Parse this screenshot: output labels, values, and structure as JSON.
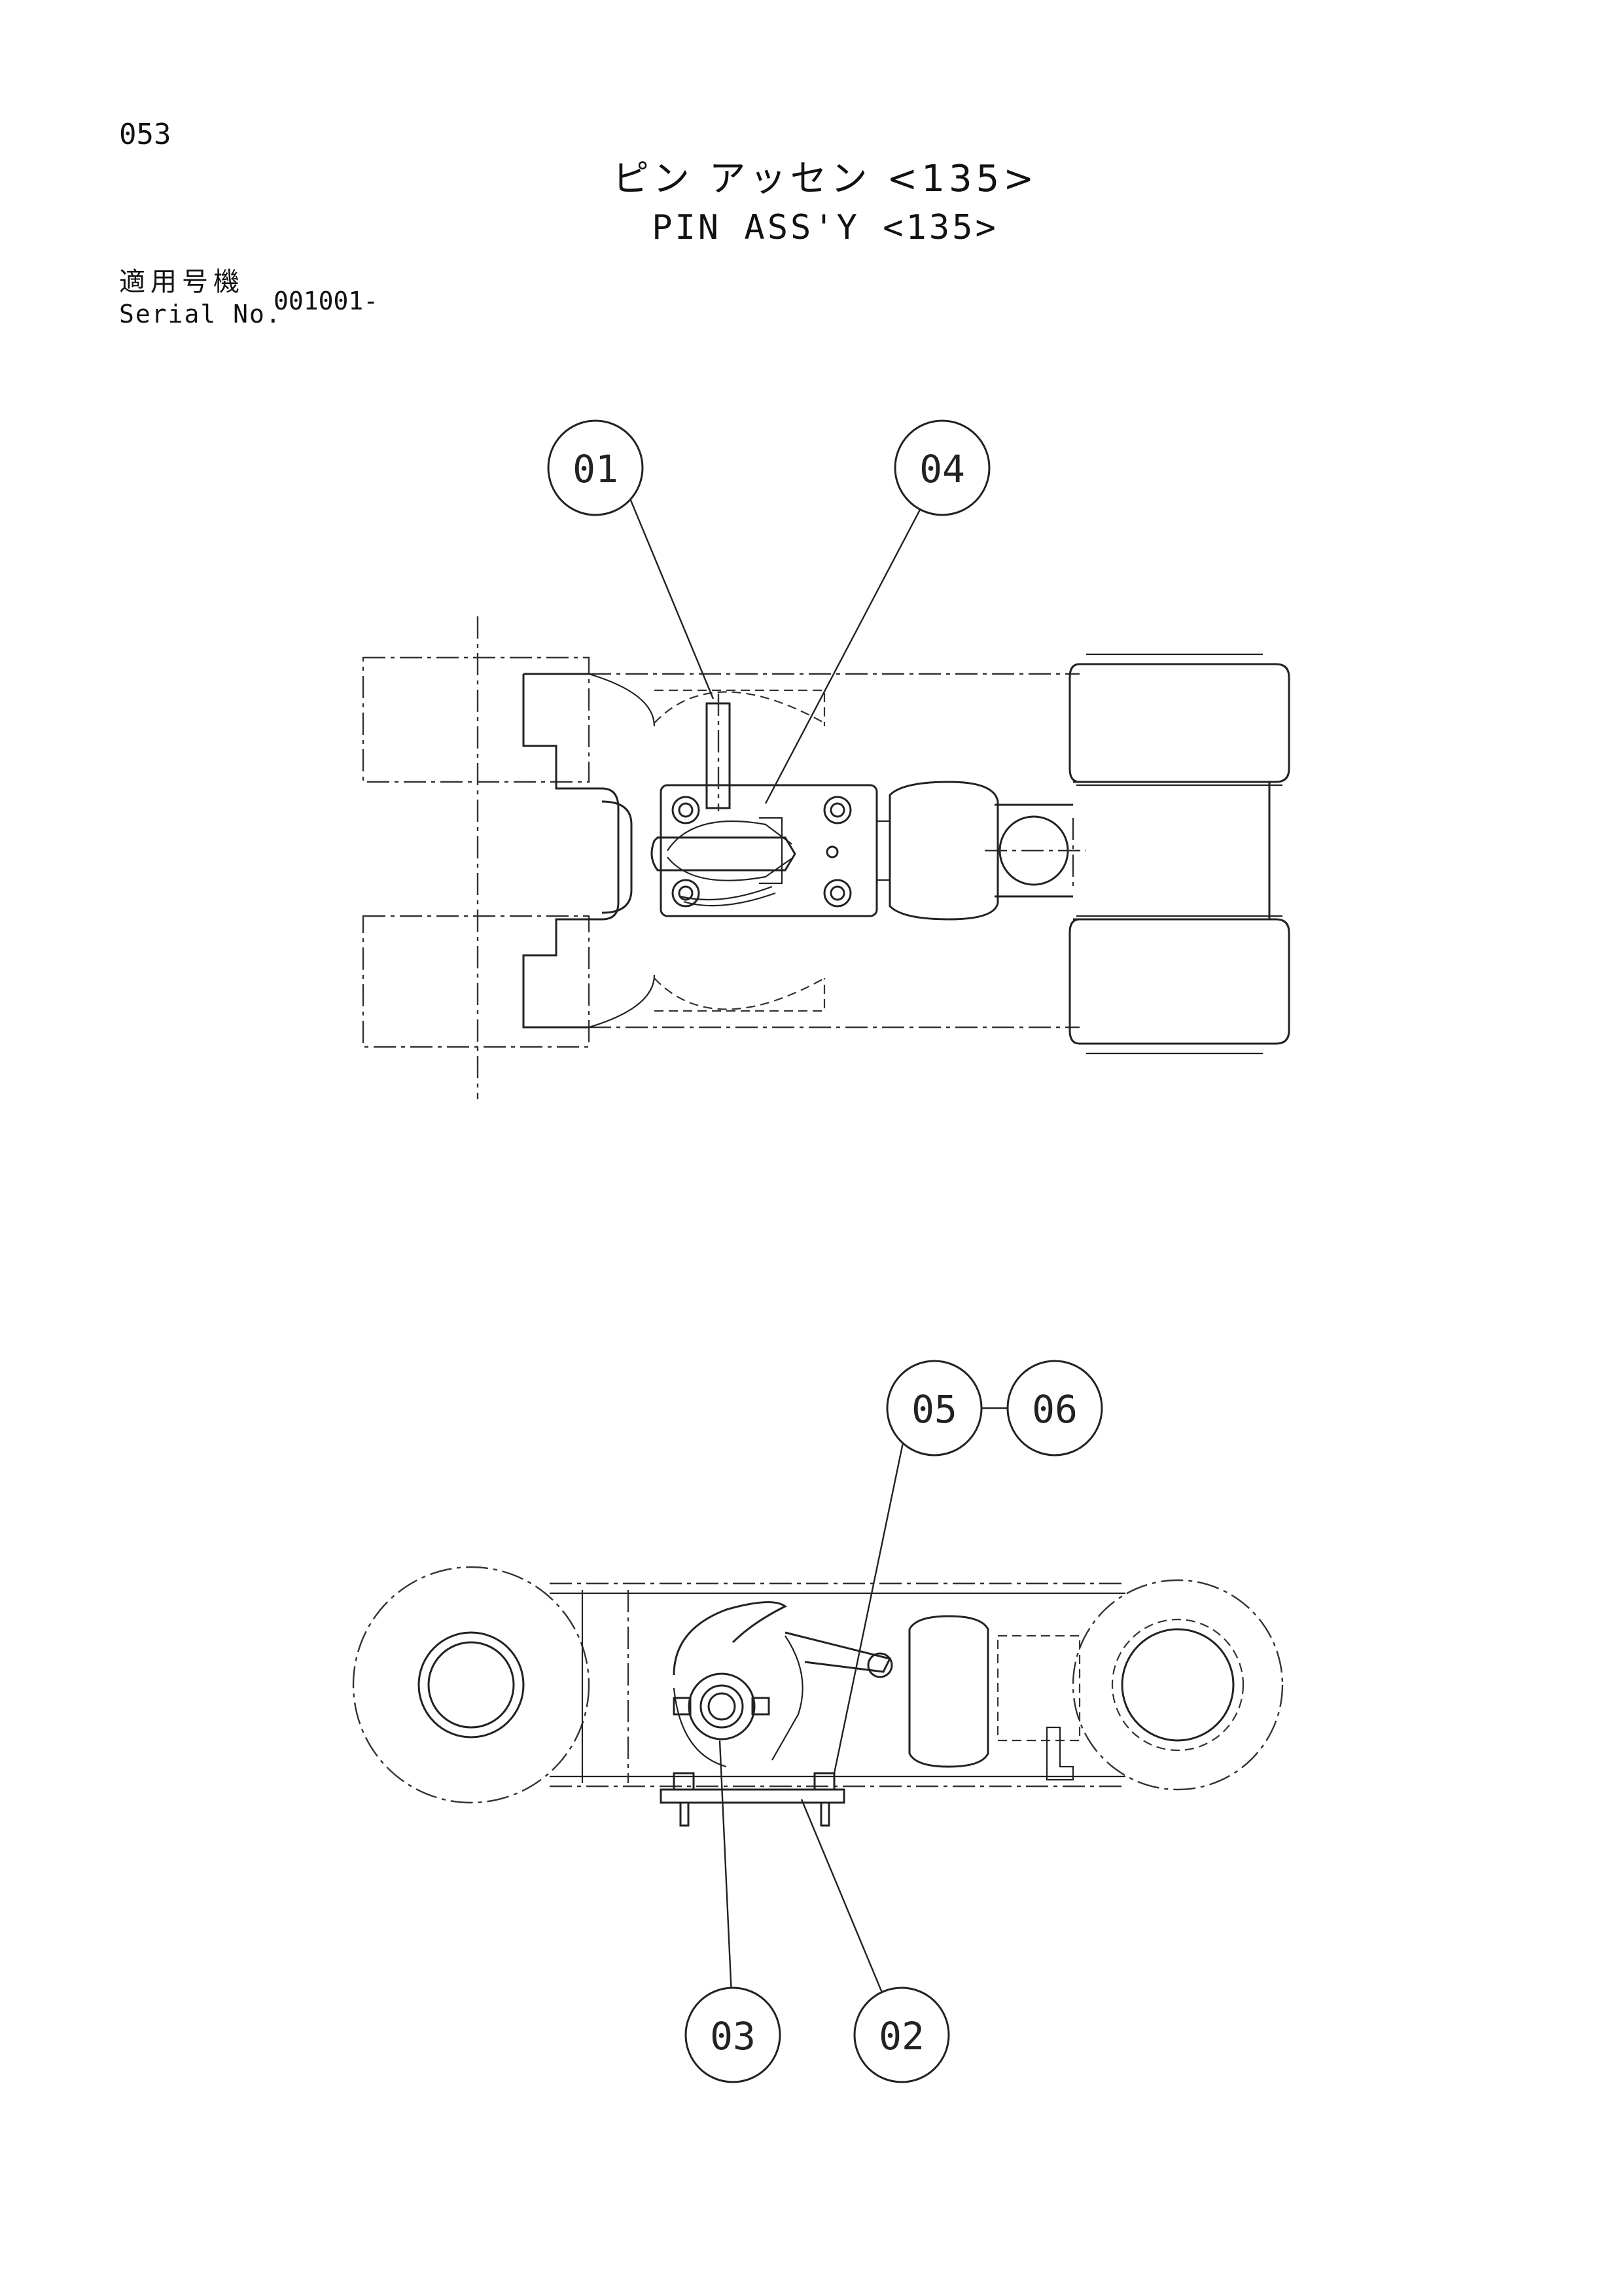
{
  "page_number": "053",
  "title": {
    "japanese": "ピン アッセン <135>",
    "english": "PIN ASS'Y <135>"
  },
  "serial": {
    "label_japanese": "適用号機",
    "label_english": "Serial No.",
    "value": "001001-"
  },
  "callouts": [
    {
      "id": "01",
      "label": "01"
    },
    {
      "id": "04",
      "label": "04"
    },
    {
      "id": "05",
      "label": "05"
    },
    {
      "id": "06",
      "label": "06"
    },
    {
      "id": "03",
      "label": "03"
    },
    {
      "id": "02",
      "label": "02"
    }
  ]
}
